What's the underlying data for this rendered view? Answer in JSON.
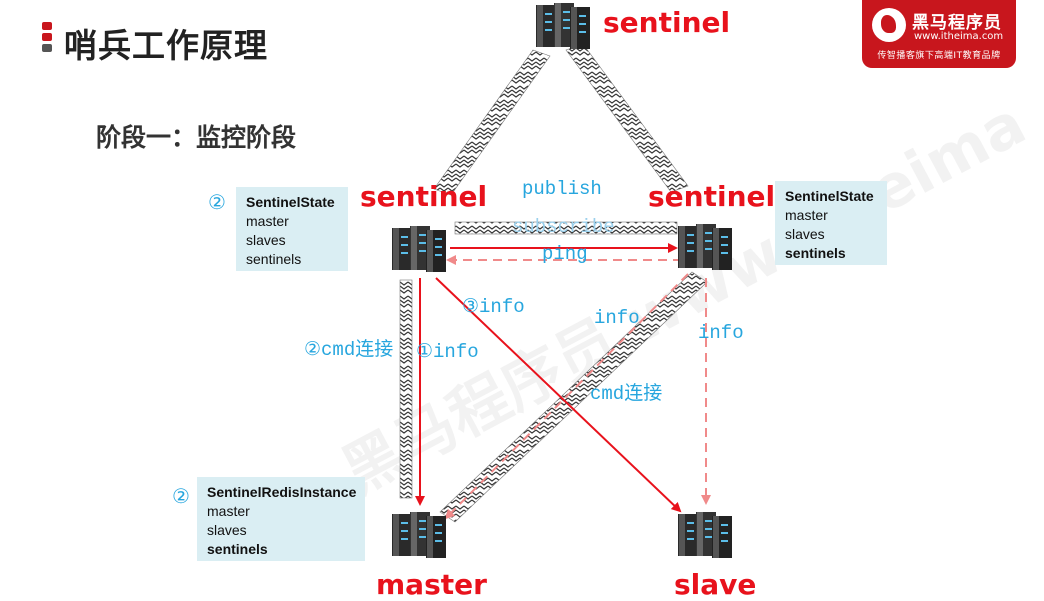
{
  "header": {
    "title": "哨兵工作原理",
    "section": "阶段一：监控阶段"
  },
  "logo": {
    "name": "黑马程序员",
    "url": "www.itheima.com",
    "slogan": "传智播客旗下高端IT教育品牌"
  },
  "watermark": "黑马程序员 www.itheima",
  "nodes": {
    "sentinel_top": "sentinel",
    "sentinel_left": "sentinel",
    "sentinel_right": "sentinel",
    "master": "master",
    "slave": "slave"
  },
  "boxes": {
    "left_sentinel": {
      "marker": "②",
      "title": "SentinelState",
      "lines": [
        "master",
        "slaves",
        "sentinels"
      ]
    },
    "right_sentinel": {
      "title": "SentinelState",
      "lines": [
        "master",
        "slaves",
        "sentinels"
      ]
    },
    "master": {
      "marker": "②",
      "title": "SentinelRedisInstance",
      "lines": [
        "master",
        "slaves",
        "sentinels"
      ]
    }
  },
  "edges": {
    "publish": "publish",
    "subscribe": "subscribe",
    "ping": "ping",
    "info_slave": "③info",
    "info_cross": "info",
    "info_right": "info",
    "cmd_master": "②cmd连接",
    "info_master": "①info",
    "cmd_cross": "cmd连接"
  },
  "colors": {
    "title_bar": "#c8161d",
    "node_red": "#e8121c",
    "arrow_red": "#e8121c",
    "arrow_dashed": "#f08a8a",
    "label_blue": "#27a6de",
    "box_bg": "#daeef3",
    "logo_bg": "#c8161d"
  }
}
